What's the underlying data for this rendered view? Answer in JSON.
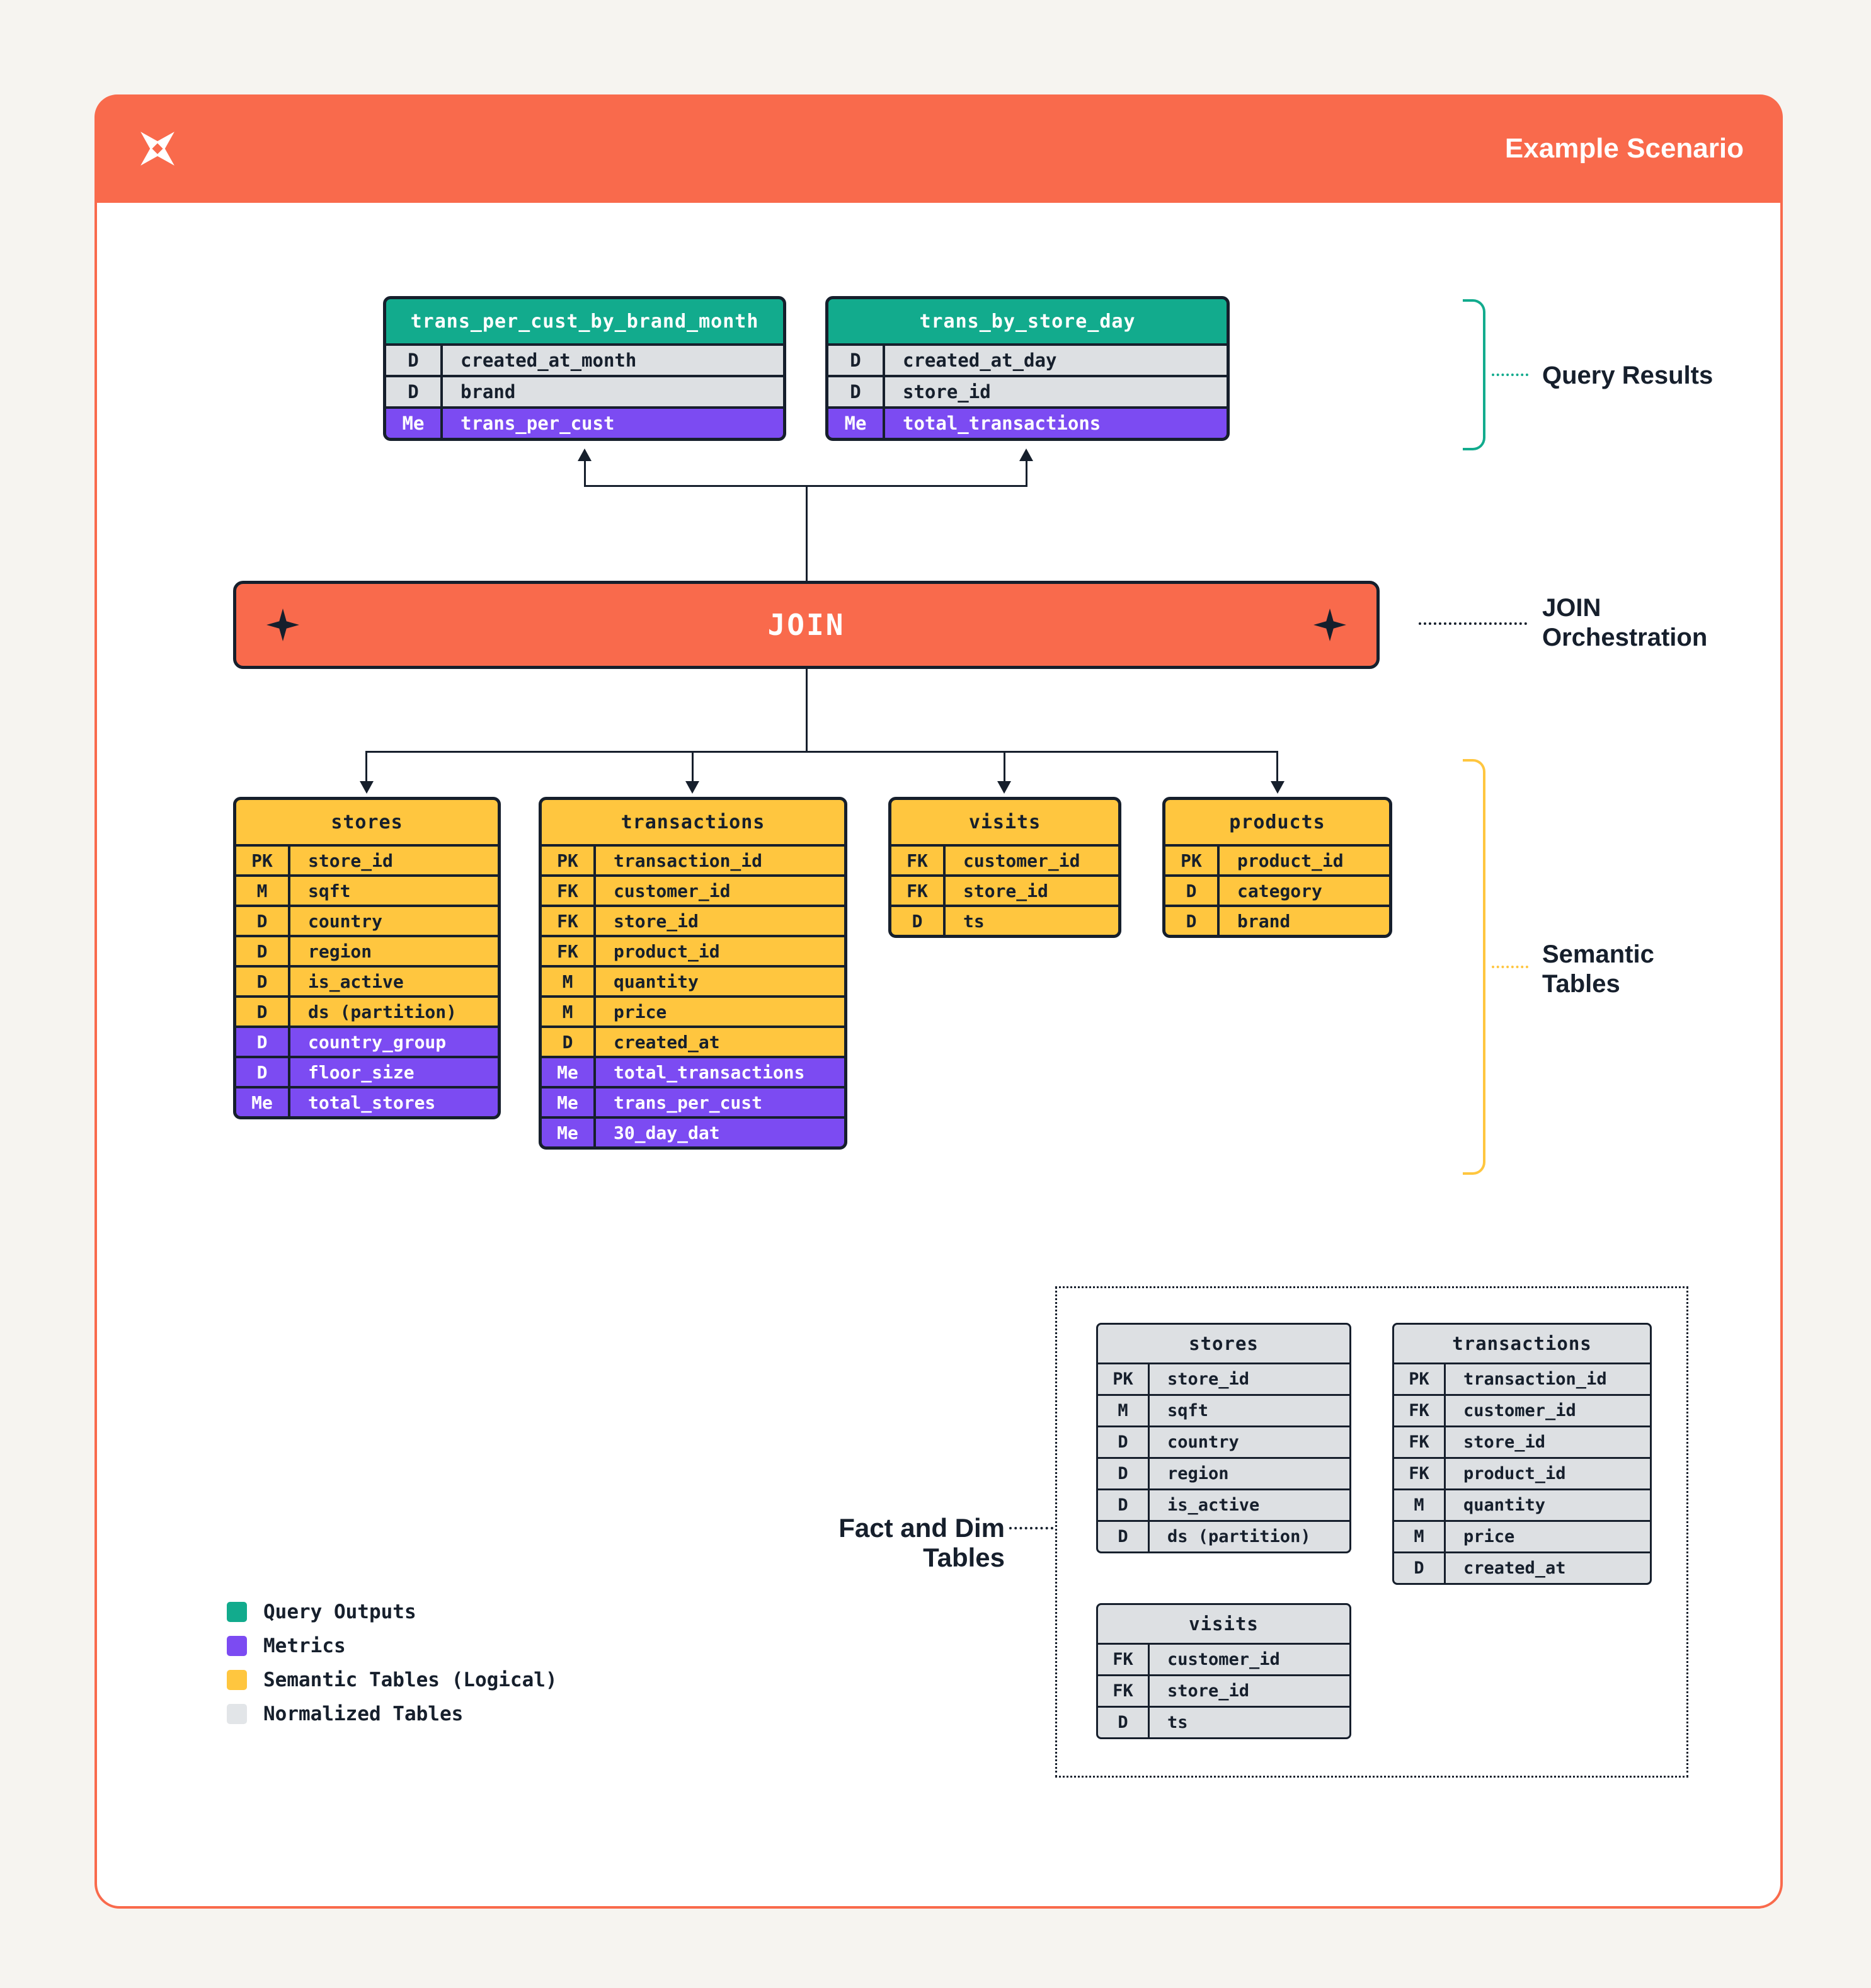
{
  "header": {
    "title": "Example Scenario",
    "logo": "brand-pinwheel-icon"
  },
  "join": {
    "label": "JOIN"
  },
  "annotations": {
    "query_results": "Query Results",
    "join_orchestration": "JOIN Orchestration",
    "semantic_tables": "Semantic Tables",
    "fact_and_dim": "Fact and Dim Tables"
  },
  "query_tables": [
    {
      "title": "trans_per_cust_by_brand_month",
      "rows": [
        {
          "key": "D",
          "value": "created_at_month",
          "metric": false
        },
        {
          "key": "D",
          "value": "brand",
          "metric": false
        },
        {
          "key": "Me",
          "value": "trans_per_cust",
          "metric": true
        }
      ]
    },
    {
      "title": "trans_by_store_day",
      "rows": [
        {
          "key": "D",
          "value": "created_at_day",
          "metric": false
        },
        {
          "key": "D",
          "value": "store_id",
          "metric": false
        },
        {
          "key": "Me",
          "value": "total_transactions",
          "metric": true
        }
      ]
    }
  ],
  "semantic_tables": [
    {
      "title": "stores",
      "rows": [
        {
          "key": "PK",
          "value": "store_id",
          "metric": false
        },
        {
          "key": "M",
          "value": "sqft",
          "metric": false
        },
        {
          "key": "D",
          "value": "country",
          "metric": false
        },
        {
          "key": "D",
          "value": "region",
          "metric": false
        },
        {
          "key": "D",
          "value": "is_active",
          "metric": false
        },
        {
          "key": "D",
          "value": "ds (partition)",
          "metric": false
        },
        {
          "key": "D",
          "value": "country_group",
          "metric": true
        },
        {
          "key": "D",
          "value": "floor_size",
          "metric": true
        },
        {
          "key": "Me",
          "value": "total_stores",
          "metric": true
        }
      ]
    },
    {
      "title": "transactions",
      "rows": [
        {
          "key": "PK",
          "value": "transaction_id",
          "metric": false
        },
        {
          "key": "FK",
          "value": "customer_id",
          "metric": false
        },
        {
          "key": "FK",
          "value": "store_id",
          "metric": false
        },
        {
          "key": "FK",
          "value": "product_id",
          "metric": false
        },
        {
          "key": "M",
          "value": "quantity",
          "metric": false
        },
        {
          "key": "M",
          "value": "price",
          "metric": false
        },
        {
          "key": "D",
          "value": "created_at",
          "metric": false
        },
        {
          "key": "Me",
          "value": "total_transactions",
          "metric": true
        },
        {
          "key": "Me",
          "value": "trans_per_cust",
          "metric": true
        },
        {
          "key": "Me",
          "value": "30_day_dat",
          "metric": true
        }
      ]
    },
    {
      "title": "visits",
      "rows": [
        {
          "key": "FK",
          "value": "customer_id",
          "metric": false
        },
        {
          "key": "FK",
          "value": "store_id",
          "metric": false
        },
        {
          "key": "D",
          "value": "ts",
          "metric": false
        }
      ]
    },
    {
      "title": "products",
      "rows": [
        {
          "key": "PK",
          "value": "product_id",
          "metric": false
        },
        {
          "key": "D",
          "value": "category",
          "metric": false
        },
        {
          "key": "D",
          "value": "brand",
          "metric": false
        }
      ]
    }
  ],
  "normalized_tables": [
    {
      "title": "stores",
      "rows": [
        {
          "key": "PK",
          "value": "store_id",
          "metric": false
        },
        {
          "key": "M",
          "value": "sqft",
          "metric": false
        },
        {
          "key": "D",
          "value": "country",
          "metric": false
        },
        {
          "key": "D",
          "value": "region",
          "metric": false
        },
        {
          "key": "D",
          "value": "is_active",
          "metric": false
        },
        {
          "key": "D",
          "value": "ds (partition)",
          "metric": false
        }
      ]
    },
    {
      "title": "transactions",
      "rows": [
        {
          "key": "PK",
          "value": "transaction_id",
          "metric": false
        },
        {
          "key": "FK",
          "value": "customer_id",
          "metric": false
        },
        {
          "key": "FK",
          "value": "store_id",
          "metric": false
        },
        {
          "key": "FK",
          "value": "product_id",
          "metric": false
        },
        {
          "key": "M",
          "value": "quantity",
          "metric": false
        },
        {
          "key": "M",
          "value": "price",
          "metric": false
        },
        {
          "key": "D",
          "value": "created_at",
          "metric": false
        }
      ]
    },
    {
      "title": "visits",
      "rows": [
        {
          "key": "FK",
          "value": "customer_id",
          "metric": false
        },
        {
          "key": "FK",
          "value": "store_id",
          "metric": false
        },
        {
          "key": "D",
          "value": "ts",
          "metric": false
        }
      ]
    }
  ],
  "legend": {
    "items": [
      {
        "label": "Query Outputs",
        "color": "#12AB8D"
      },
      {
        "label": "Metrics",
        "color": "#7C4BF2"
      },
      {
        "label": "Semantic Tables (Logical)",
        "color": "#FFC63F"
      },
      {
        "label": "Normalized Tables",
        "color": "#E2E5E8"
      }
    ]
  },
  "colors": {
    "accent_orange": "#F96A4C",
    "query_green": "#12AB8D",
    "metric_purple": "#7C4BF2",
    "semantic_yellow": "#FFC63F",
    "normalized_gray": "#DDE0E3",
    "ink": "#161F2C",
    "page_background": "#F6F4F0"
  }
}
